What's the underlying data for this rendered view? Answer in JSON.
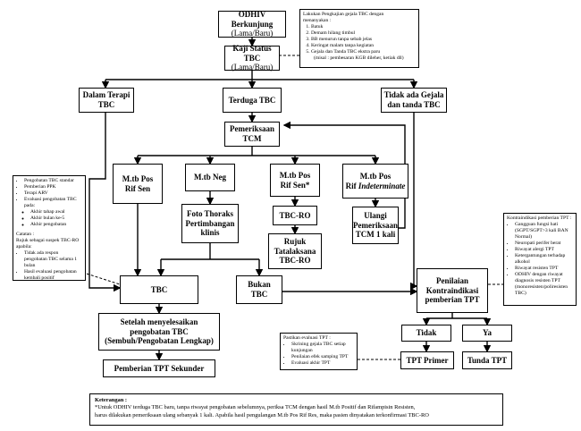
{
  "nodes": {
    "odhiv": {
      "title": "ODHIV Berkunjung",
      "sub": "(Lama/Baru)"
    },
    "kaji": {
      "title": "Kaji Status TBC",
      "sub": "(Lama/Baru)"
    },
    "dalam_terapi": {
      "line1": "Dalam Terapi",
      "line2": "TBC"
    },
    "terduga": {
      "title": "Terduga TBC"
    },
    "tidak_ada": {
      "line1": "Tidak ada Gejala",
      "line2": "dan tanda TBC"
    },
    "pemeriksaan": {
      "line1": "Pemeriksaan",
      "line2": "TCM"
    },
    "mtb_pos_rif_sen": {
      "line1": "M.tb Pos",
      "line2": "Rif Sen"
    },
    "mtb_neg": {
      "title": "M.tb Neg"
    },
    "mtb_pos_rif_sen_star": {
      "line1": "M.tb Pos",
      "line2": "Rif Sen*"
    },
    "mtb_pos_rif_indet": {
      "line1": "M.tb Pos",
      "line2_prefix": "Rif ",
      "line2_italic": "Indeterminate"
    },
    "foto": {
      "line1": "Foto Thoraks",
      "line2": "Pertimbangan",
      "line3": "klinis"
    },
    "tbc_ro": {
      "title": "TBC-RO"
    },
    "rujuk": {
      "line1": "Rujuk",
      "line2": "Tatalaksana",
      "line3": "TBC-RO"
    },
    "ulangi": {
      "line1": "Ulangi",
      "line2": "Pemeriksaan",
      "line3": "TCM 1 kali"
    },
    "tbc": {
      "title": "TBC"
    },
    "bukan_tbc": {
      "title": "Bukan TBC"
    },
    "penilaian": {
      "line1": "Penilaian",
      "line2": "Kontraindikasi",
      "line3": "pemberian TPT"
    },
    "setelah": {
      "line1": "Setelah menyelesaikan",
      "line2": "pengobatan TBC",
      "line3": "(Sembuh/Pengobatan Lengkap)"
    },
    "pemberian_sekunder": {
      "title": "Pemberian TPT Sekunder"
    },
    "tidak": {
      "title": "Tidak"
    },
    "ya": {
      "title": "Ya"
    },
    "tpt_primer": {
      "title": "TPT Primer"
    },
    "tunda_tpt": {
      "title": "Tunda TPT"
    }
  },
  "notes": {
    "gejala": {
      "heading1": "Lakukan Pengkajian gejala TBC dengan",
      "heading2": "menanyakan :",
      "items": [
        "Batuk",
        "Demam hilang timbul",
        "BB menurun tanpa sebab jelas",
        "Keringat malam tanpa kegiatan",
        "Gejala dan Tanda TBC ekstra paru"
      ],
      "extra": "(misal : pembesaran KGB dileher, ketiak dll)"
    },
    "pengobatan": {
      "items": [
        "Pengobatan TBC standar",
        "Pemberian PPK",
        "Terapi ARV",
        "Evaluasi pengobatan TBC pada:"
      ],
      "subitems": [
        "Akhir tahap awal",
        "Akhir bulan ke-5",
        "Akhir pengobatan"
      ],
      "catatan_head": "Catatan :",
      "catatan_line": "Rujuk sebagai suspek TBC-RO apabila:",
      "catatan_items": [
        "Tidak ada respon pengobatan TBC selama 1 bulan",
        "Hasil evaluasi pengobatan kembali positif"
      ]
    },
    "kontraindikasi": {
      "heading": "Kontraindikasi pemberian TPT :",
      "items": [
        "Gangguan fungsi hati (SGPT/SGPT>3 kali BAN Normal)",
        "Neuropati perifer berat",
        "Riwayat alergi TPT",
        "Ketergantungan terhadap alkohol",
        "Riwayat resisten TPT",
        "ODHIV dengan riwayat diagnosis resisten TPT (monoresisten/poliresisten TBC)"
      ]
    },
    "evaluasi": {
      "heading": "Pastikan evaluasi TPT :",
      "items": [
        "Skrining gejala TBC setiap kunjungan",
        "Penilaian efek samping TPT",
        "Evaluasi akhir TPT"
      ]
    }
  },
  "keterangan": {
    "title": "Keterangan :",
    "line1": "*Untuk ODHIV terduga TBC baru, tanpa riwayat pengobatan sebelumnya, periksa TCM dengan hasil M.tb Positif dan Rifampisin Resisten,",
    "line2": "harus dilakukan pemeriksaan ulang sebanyak 1 kali. Apabila hasil pengulangan M.tb Pos Rif Res, maka pasien dinyatakan terkonfirmasi TBC-RO"
  }
}
